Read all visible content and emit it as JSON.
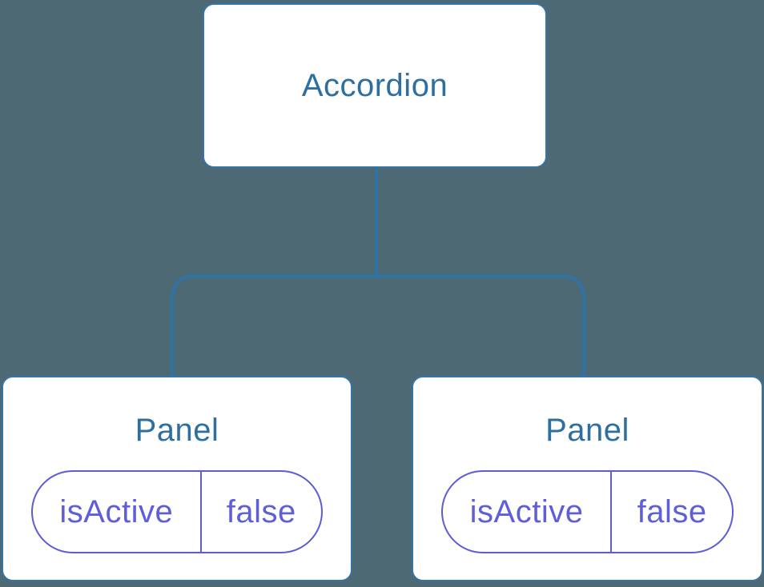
{
  "diagram": {
    "root": {
      "label": "Accordion"
    },
    "children": [
      {
        "label": "Panel",
        "state": {
          "key": "isActive",
          "value": "false"
        }
      },
      {
        "label": "Panel",
        "state": {
          "key": "isActive",
          "value": "false"
        }
      }
    ],
    "colors": {
      "background": "#4d6973",
      "node_background": "#ffffff",
      "node_border": "#3674a6",
      "node_label": "#2e6f9f",
      "connector": "#2e73a6",
      "state_border": "#5b5cd6",
      "state_text": "#5d5ed8"
    }
  }
}
